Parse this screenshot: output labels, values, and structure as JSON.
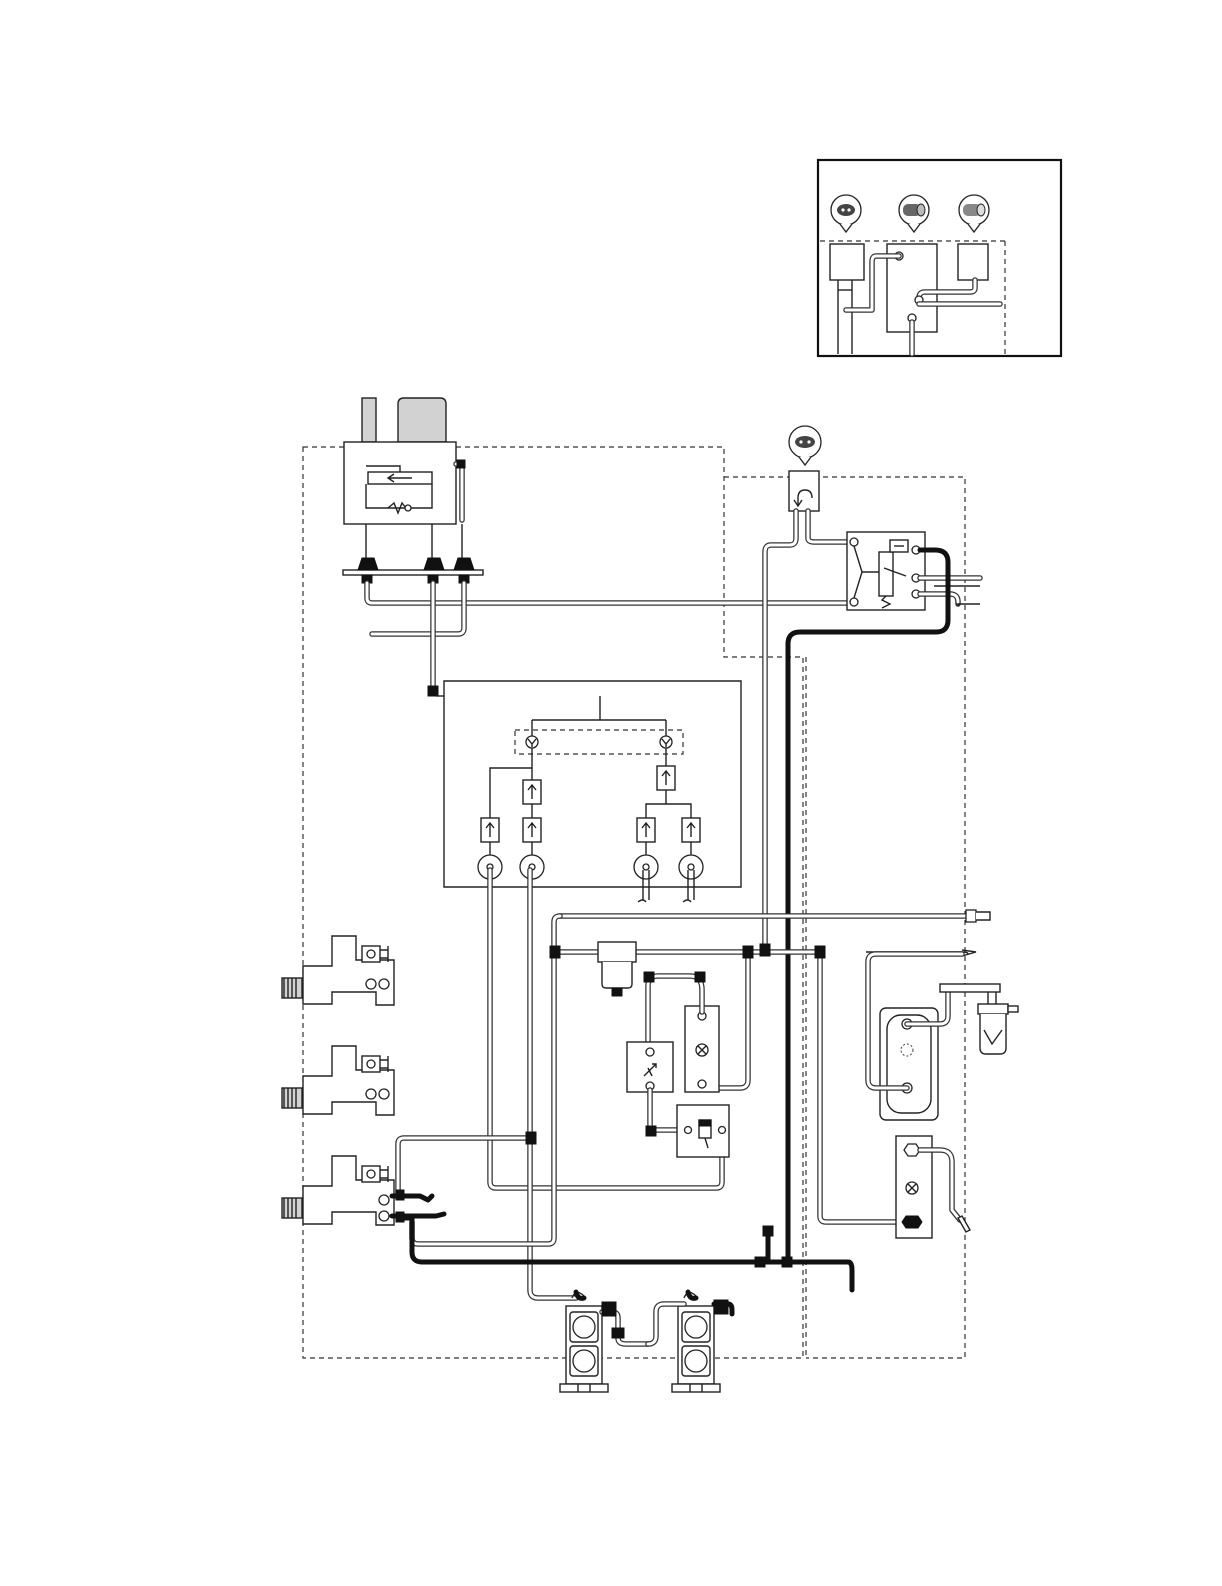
{
  "diagram": {
    "domain": "Diagram",
    "palette": {
      "line": "#222222",
      "tube_fill": "#ffffff",
      "heavy_line": "#111111",
      "housing_gray": "#d2d2d2",
      "background": "#ffffff"
    },
    "components": [
      {
        "id": "legend-box",
        "icons": [
          "pressure-gauge-icon",
          "threaded-fitting-icon",
          "hex-nipple-icon"
        ]
      },
      {
        "id": "regulator-assembly",
        "symbols": [
          "arrow-left-icon",
          "check-valve-icon"
        ]
      },
      {
        "id": "pilot-switch",
        "icons": [
          "pressure-gauge-icon",
          "rotation-arrow-icon"
        ]
      },
      {
        "id": "solenoid-valve",
        "symbols": [
          "spring-icon",
          "solenoid-icon"
        ]
      },
      {
        "id": "manifold-block",
        "symbols": [
          "flow-arrow-icon",
          "shuttle-valve-icon",
          "check-valve-icon"
        ]
      },
      {
        "id": "filter-bowl"
      },
      {
        "id": "flow-meter"
      },
      {
        "id": "needle-valve"
      },
      {
        "id": "pushbutton-valve"
      },
      {
        "id": "inlet-block",
        "count": 3
      },
      {
        "id": "reservoir-tray"
      },
      {
        "id": "humidifier-bottle"
      },
      {
        "id": "flowmeter-outlet"
      },
      {
        "id": "foot-pedal",
        "count": 2
      }
    ]
  }
}
